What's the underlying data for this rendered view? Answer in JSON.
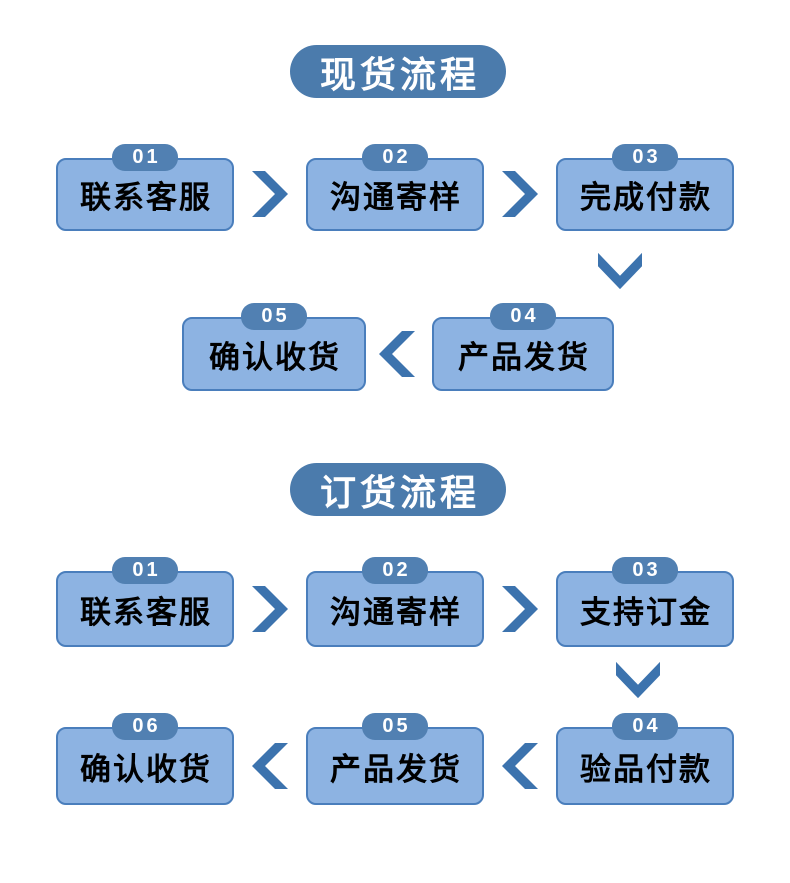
{
  "colors": {
    "page_bg": "#ffffff",
    "pill_bg": "#4b7bac",
    "badge_bg": "#5180b2",
    "box_fill": "#8db3e2",
    "box_border": "#4a7ebc",
    "arrow": "#3c73ae",
    "box_text": "#000000",
    "badge_text": "#ffffff",
    "title_text": "#ffffff"
  },
  "sections": [
    {
      "title": "现货流程",
      "rows": [
        {
          "steps": [
            {
              "num": "01",
              "label": "联系客服"
            },
            {
              "num": "02",
              "label": "沟通寄样"
            },
            {
              "num": "03",
              "label": "完成付款"
            }
          ]
        },
        {
          "steps": [
            {
              "num": "05",
              "label": "确认收货"
            },
            {
              "num": "04",
              "label": "产品发货"
            }
          ]
        }
      ]
    },
    {
      "title": "订货流程",
      "rows": [
        {
          "steps": [
            {
              "num": "01",
              "label": "联系客服"
            },
            {
              "num": "02",
              "label": "沟通寄样"
            },
            {
              "num": "03",
              "label": "支持订金"
            }
          ]
        },
        {
          "steps": [
            {
              "num": "06",
              "label": "确认收货"
            },
            {
              "num": "05",
              "label": "产品发货"
            },
            {
              "num": "04",
              "label": "验品付款"
            }
          ]
        }
      ]
    }
  ]
}
